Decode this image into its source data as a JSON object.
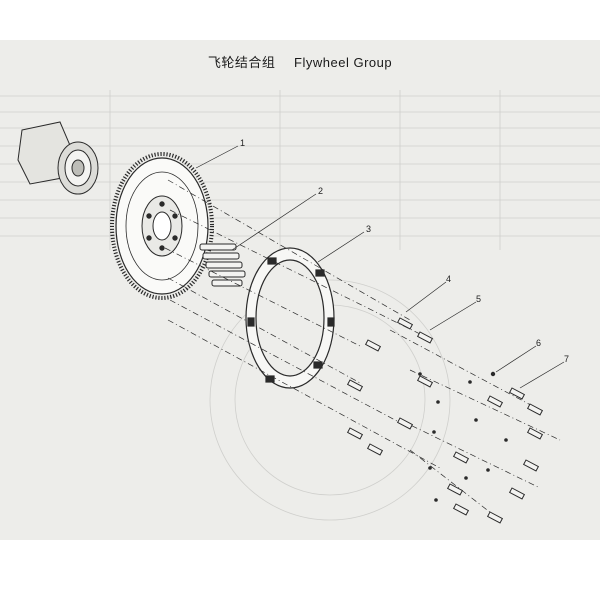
{
  "title": {
    "chinese": "飞轮结合组",
    "english": "Flywheel Group"
  },
  "callouts": [
    "1",
    "2",
    "3",
    "4",
    "5",
    "6",
    "7"
  ],
  "colors": {
    "sheet": "#ededea",
    "line": "#2a2a2a",
    "ghost": "#cfcfcc"
  }
}
